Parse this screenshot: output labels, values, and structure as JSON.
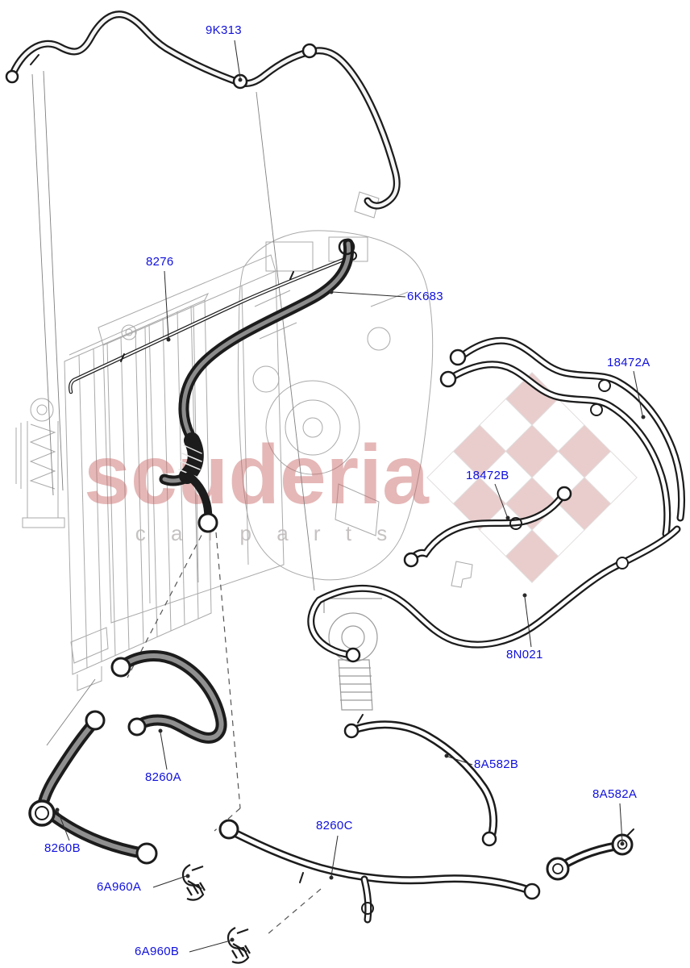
{
  "diagram": {
    "type": "exploded-parts-diagram",
    "subject": "Cooling system hoses and clips",
    "label_color": "#1010DD",
    "hose_color": "#1c1c1c",
    "lineart_color": "#a9a9a9"
  },
  "watermark": {
    "name": "scuderia",
    "subtitle": "c a r  p a r t s",
    "brand_color": "#c96a6a"
  },
  "labels": [
    {
      "text": "9K313"
    },
    {
      "text": "8276"
    },
    {
      "text": "6K683"
    },
    {
      "text": "18472A"
    },
    {
      "text": "18472B"
    },
    {
      "text": "8N021"
    },
    {
      "text": "8260A"
    },
    {
      "text": "8260B"
    },
    {
      "text": "8A582B"
    },
    {
      "text": "8A582A"
    },
    {
      "text": "8260C"
    },
    {
      "text": "6A960A"
    },
    {
      "text": "6A960B"
    }
  ]
}
